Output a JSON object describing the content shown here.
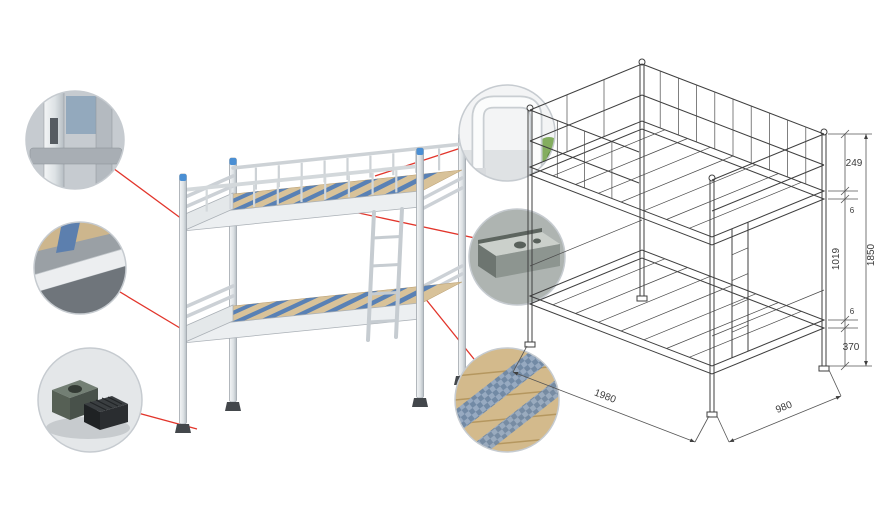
{
  "product": {
    "name": "metal-bunk-bed",
    "colors": {
      "leader_red": "#e2352b",
      "frame_gray": "#e3e7ea",
      "cap_blue": "#4a8fd4",
      "slat_wood": "#d8c299",
      "strap_blue": "#4f7cb8",
      "drawing_line": "#3f3f3f"
    }
  },
  "callouts": [
    {
      "name": "frame-joint-detail"
    },
    {
      "name": "side-rail-corner-detail"
    },
    {
      "name": "foot-pad-detail"
    },
    {
      "name": "guardrail-tube-detail"
    },
    {
      "name": "support-bracket-detail"
    },
    {
      "name": "wood-slat-detail"
    }
  ],
  "tech_drawing": {
    "dims": {
      "guardrail_height": "249",
      "top_frame_thickness": "6",
      "bunk_clearance": "1019",
      "overall_height": "1850",
      "bottom_frame_thickness": "6",
      "under_bed_clearance": "370",
      "overall_length": "1980",
      "overall_width": "980"
    }
  }
}
